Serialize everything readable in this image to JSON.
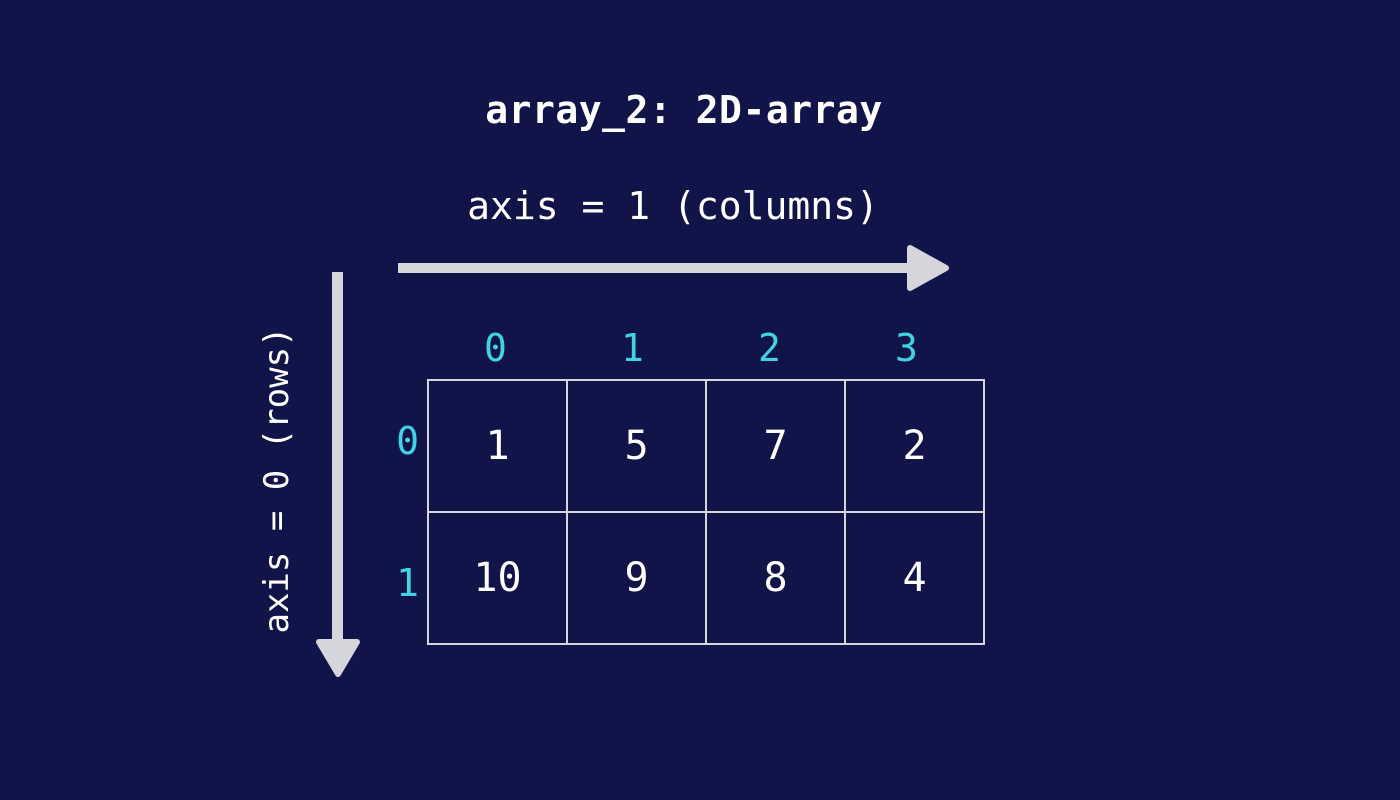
{
  "theme": {
    "background": "#111449",
    "text": "#ffffff",
    "accent_cyan": "#42d3e2",
    "arrow_gray": "#d5d5dc",
    "grid_border": "#d5d5dc"
  },
  "title": "array_2: 2D-array",
  "subtitle": "axis = 1 (columns)",
  "vertical_axis_label": "axis = 0 (rows)",
  "arrows": {
    "horizontal": {
      "name": "columns-axis-arrow",
      "direction": "right",
      "color": "#d5d5dc"
    },
    "vertical": {
      "name": "rows-axis-arrow",
      "direction": "down",
      "color": "#d5d5dc"
    }
  },
  "grid": {
    "column_indices": [
      "0",
      "1",
      "2",
      "3"
    ],
    "row_indices": [
      "0",
      "1"
    ],
    "rows": [
      [
        "1",
        "5",
        "7",
        "2"
      ],
      [
        "10",
        "9",
        "8",
        "4"
      ]
    ]
  },
  "chart_data": {
    "type": "table",
    "title": "array_2: 2D-array",
    "xlabel": "axis = 1 (columns)",
    "ylabel": "axis = 0 (rows)",
    "categories": [
      "0",
      "1",
      "2",
      "3"
    ],
    "row_labels": [
      "0",
      "1"
    ],
    "values": [
      [
        1,
        5,
        7,
        2
      ],
      [
        10,
        9,
        8,
        4
      ]
    ],
    "shape": [
      2,
      4
    ],
    "annotations": [
      "axis = 1 (columns) arrow points right across columns",
      "axis = 0 (rows) arrow points down across rows"
    ],
    "grid": true,
    "legend": "none"
  }
}
